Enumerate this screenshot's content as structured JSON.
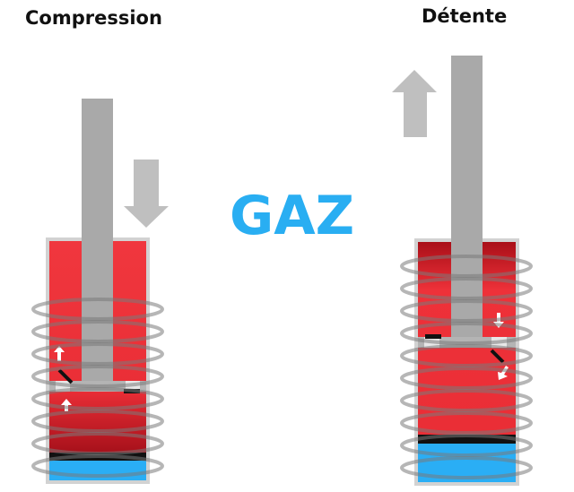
{
  "labels": {
    "compression": "Compression",
    "detente": "Détente",
    "gaz": "GAZ"
  },
  "colors": {
    "gaz_text": "#29aef2",
    "fluid_red": "#f0373e",
    "fluid_red_dark": "#b1121a",
    "gas_blue": "#2aaef5",
    "rod_gray": "#a9a9a9",
    "arrow_gray": "#bfbfbf",
    "cylinder_outline": "#c8c8c8",
    "separator": "#111111"
  },
  "icons": {
    "compression_motion": "arrow-down-icon",
    "detente_motion": "arrow-up-icon",
    "spring": "coil-spring-icon"
  }
}
